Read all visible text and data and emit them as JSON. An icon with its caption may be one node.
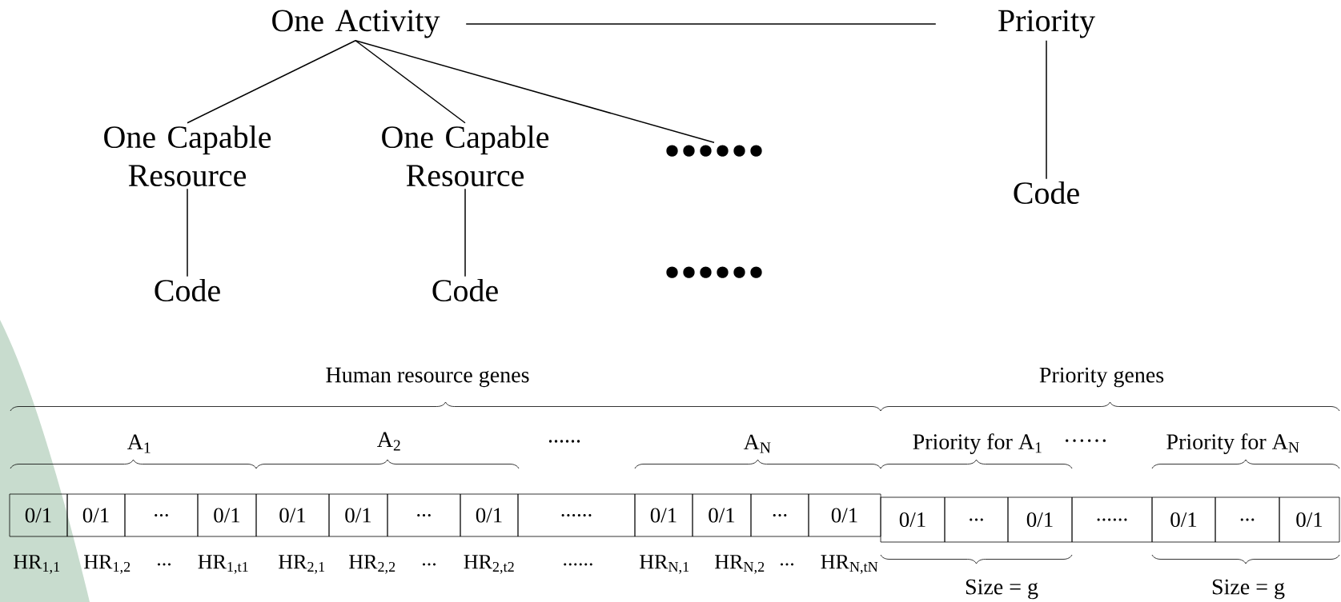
{
  "diagram": {
    "nodes": [
      {
        "text": [
          "One Activity"
        ]
      },
      {
        "text": [
          "Priority"
        ]
      },
      {
        "text": [
          "One Capable Resource"
        ]
      },
      {
        "text": [
          "One Capable Resource"
        ]
      },
      {
        "text": [
          "••••••"
        ]
      },
      {
        "text": [
          "Code"
        ]
      },
      {
        "text": [
          "Code"
        ]
      },
      {
        "text": [
          "Code"
        ]
      },
      {
        "text": [
          "0/1"
        ]
      },
      {
        "text": [
          "0/1"
        ]
      },
      {
        "text": [
          "..."
        ]
      },
      {
        "text": [
          "0/1"
        ]
      },
      {
        "text": [
          "0/1"
        ]
      },
      {
        "text": [
          "0/1"
        ]
      },
      {
        "text": [
          "..."
        ]
      },
      {
        "text": [
          "0/1"
        ]
      },
      {
        "text": [
          "......"
        ]
      },
      {
        "text": [
          "0/1"
        ]
      },
      {
        "text": [
          "0/1"
        ]
      },
      {
        "text": [
          "..."
        ]
      },
      {
        "text": [
          "0/1"
        ]
      },
      {
        "text": [
          "0/1"
        ]
      },
      {
        "text": [
          "..."
        ]
      },
      {
        "text": [
          "0/1"
        ]
      },
      {
        "text": [
          "......"
        ]
      },
      {
        "text": [
          "0/1"
        ]
      },
      {
        "text": [
          "..."
        ]
      },
      {
        "text": [
          "0/1"
        ]
      }
    ],
    "edges": [
      {
        "from": 0,
        "to": 1,
        "arrow": "none"
      },
      {
        "from": 0,
        "to": 2,
        "arrow": "none"
      },
      {
        "from": 0,
        "to": 3,
        "arrow": "none"
      },
      {
        "from": 0,
        "to": 4,
        "arrow": "none"
      },
      {
        "from": 2,
        "to": 5,
        "arrow": "none"
      },
      {
        "from": 3,
        "to": 6,
        "arrow": "none"
      },
      {
        "from": 1,
        "to": 7,
        "arrow": "none"
      }
    ],
    "labels": [
      "••••••",
      "Human resource genes",
      "Priority genes",
      "A$_{1}$",
      "A$_{2}$",
      "......",
      "A$_{N}$",
      "Priority for A$_{1}$",
      "······",
      "Priority for A$_{N}$",
      "HR$_{1,1}$",
      "HR$_{1,2}$",
      "...",
      "HR$_{1,t1}$",
      "HR$_{2,1}$",
      "HR$_{2,2}$",
      "...",
      "HR$_{2,t2}$",
      "......",
      "HR$_{N,1}$",
      "HR$_{N,2}$",
      "...",
      "HR$_{N,tN}$",
      "Size = g",
      "Size = g"
    ]
  }
}
